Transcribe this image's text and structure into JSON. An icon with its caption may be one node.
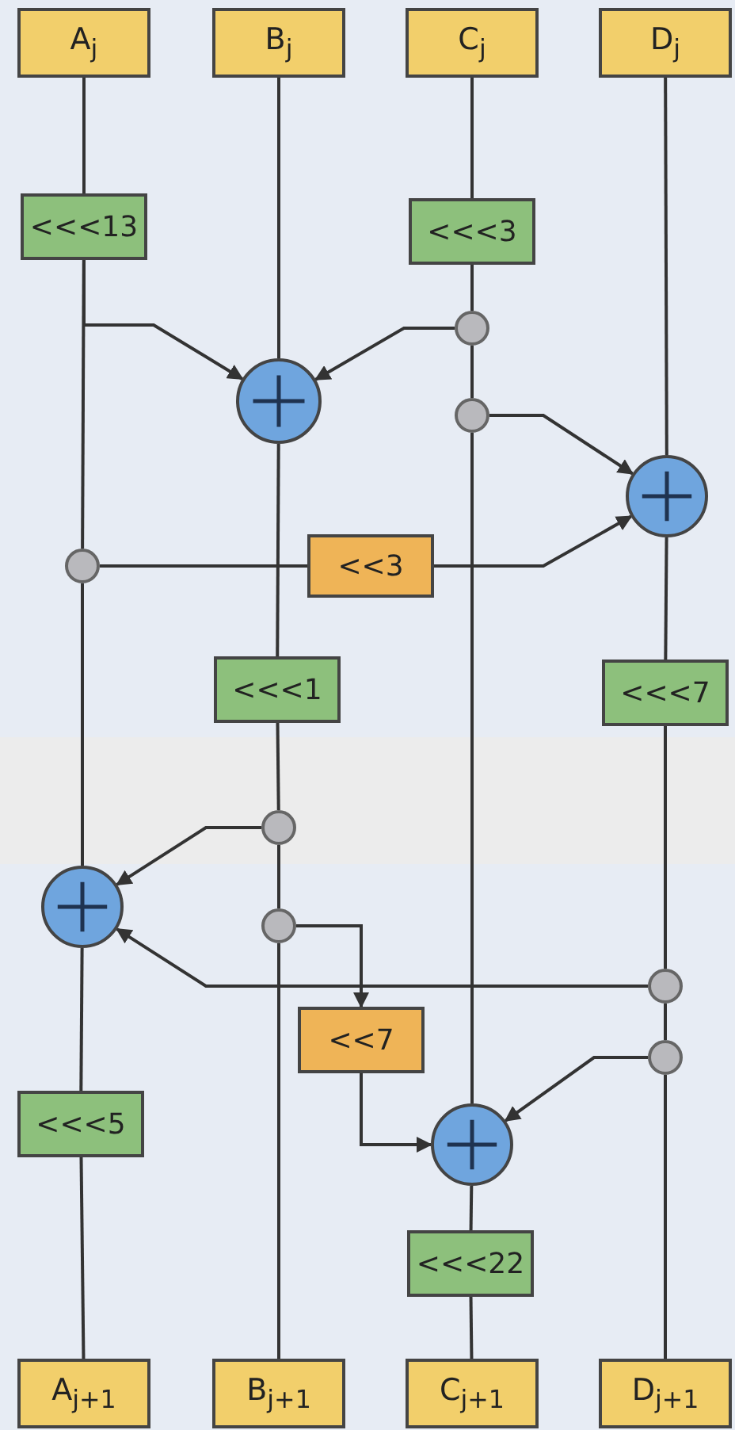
{
  "diagram": {
    "nodes": [
      {
        "text": [
          "A$_{j}$"
        ]
      },
      {
        "text": [
          "B$_{j}$"
        ]
      },
      {
        "text": [
          "C$_{j}$"
        ]
      },
      {
        "text": [
          "D$_{j}$"
        ]
      },
      {
        "text": [
          "<<<13"
        ]
      },
      {
        "text": [
          "<<<3"
        ]
      },
      {
        "text": [],
        "shape": "circle"
      },
      {
        "text": [],
        "shape": "circle"
      },
      {
        "text": [],
        "shape": "circle"
      },
      {
        "text": [],
        "shape": "circle"
      },
      {
        "text": [],
        "shape": "circle"
      },
      {
        "text": [
          "<<3"
        ]
      },
      {
        "text": [
          "<<<1"
        ]
      },
      {
        "text": [
          "<<<7"
        ]
      },
      {
        "text": [],
        "shape": "circle"
      },
      {
        "text": [],
        "shape": "circle"
      },
      {
        "text": [],
        "shape": "circle"
      },
      {
        "text": [],
        "shape": "circle"
      },
      {
        "text": [
          "<<7"
        ]
      },
      {
        "text": [],
        "shape": "circle"
      },
      {
        "text": [],
        "shape": "circle"
      },
      {
        "text": [
          "<<<5"
        ]
      },
      {
        "text": [
          "<<<22"
        ]
      },
      {
        "text": [
          "A$_{j+1}$"
        ]
      },
      {
        "text": [
          "B$_{j+1}$"
        ]
      },
      {
        "text": [
          "C$_{j+1}$"
        ]
      },
      {
        "text": [
          "D$_{j+1}$"
        ]
      }
    ],
    "edges": [
      {
        "from": 0,
        "to": 4,
        "arrow": "none"
      },
      {
        "from": 4,
        "to": 7,
        "arrow": "to"
      },
      {
        "from": 4,
        "to": 10,
        "arrow": "none"
      },
      {
        "from": 10,
        "to": 15,
        "arrow": "none"
      },
      {
        "from": 15,
        "to": 21,
        "arrow": "none"
      },
      {
        "from": 21,
        "to": 23,
        "arrow": "none"
      },
      {
        "from": 1,
        "to": 7,
        "arrow": "none"
      },
      {
        "from": 7,
        "to": 12,
        "arrow": "none"
      },
      {
        "from": 12,
        "to": 14,
        "arrow": "none"
      },
      {
        "from": 14,
        "to": 16,
        "arrow": "none"
      },
      {
        "from": 16,
        "to": 24,
        "arrow": "none"
      },
      {
        "from": 14,
        "to": 15,
        "arrow": "to"
      },
      {
        "from": 16,
        "to": 18,
        "arrow": "to"
      },
      {
        "from": 18,
        "to": 20,
        "arrow": "to"
      },
      {
        "from": 2,
        "to": 5,
        "arrow": "none"
      },
      {
        "from": 5,
        "to": 6,
        "arrow": "none"
      },
      {
        "from": 6,
        "to": 8,
        "arrow": "none"
      },
      {
        "from": 8,
        "to": 20,
        "arrow": "none"
      },
      {
        "from": 6,
        "to": 7,
        "arrow": "to"
      },
      {
        "from": 8,
        "to": 9,
        "arrow": "to"
      },
      {
        "from": 20,
        "to": 22,
        "arrow": "none"
      },
      {
        "from": 22,
        "to": 25,
        "arrow": "none"
      },
      {
        "from": 3,
        "to": 9,
        "arrow": "none"
      },
      {
        "from": 9,
        "to": 13,
        "arrow": "none"
      },
      {
        "from": 13,
        "to": 17,
        "arrow": "none"
      },
      {
        "from": 17,
        "to": 19,
        "arrow": "none"
      },
      {
        "from": 19,
        "to": 26,
        "arrow": "none"
      },
      {
        "from": 17,
        "to": 15,
        "arrow": "to"
      },
      {
        "from": 19,
        "to": 20,
        "arrow": "to"
      },
      {
        "from": 10,
        "to": 11,
        "arrow": "none"
      },
      {
        "from": 11,
        "to": 9,
        "arrow": "to"
      }
    ]
  }
}
